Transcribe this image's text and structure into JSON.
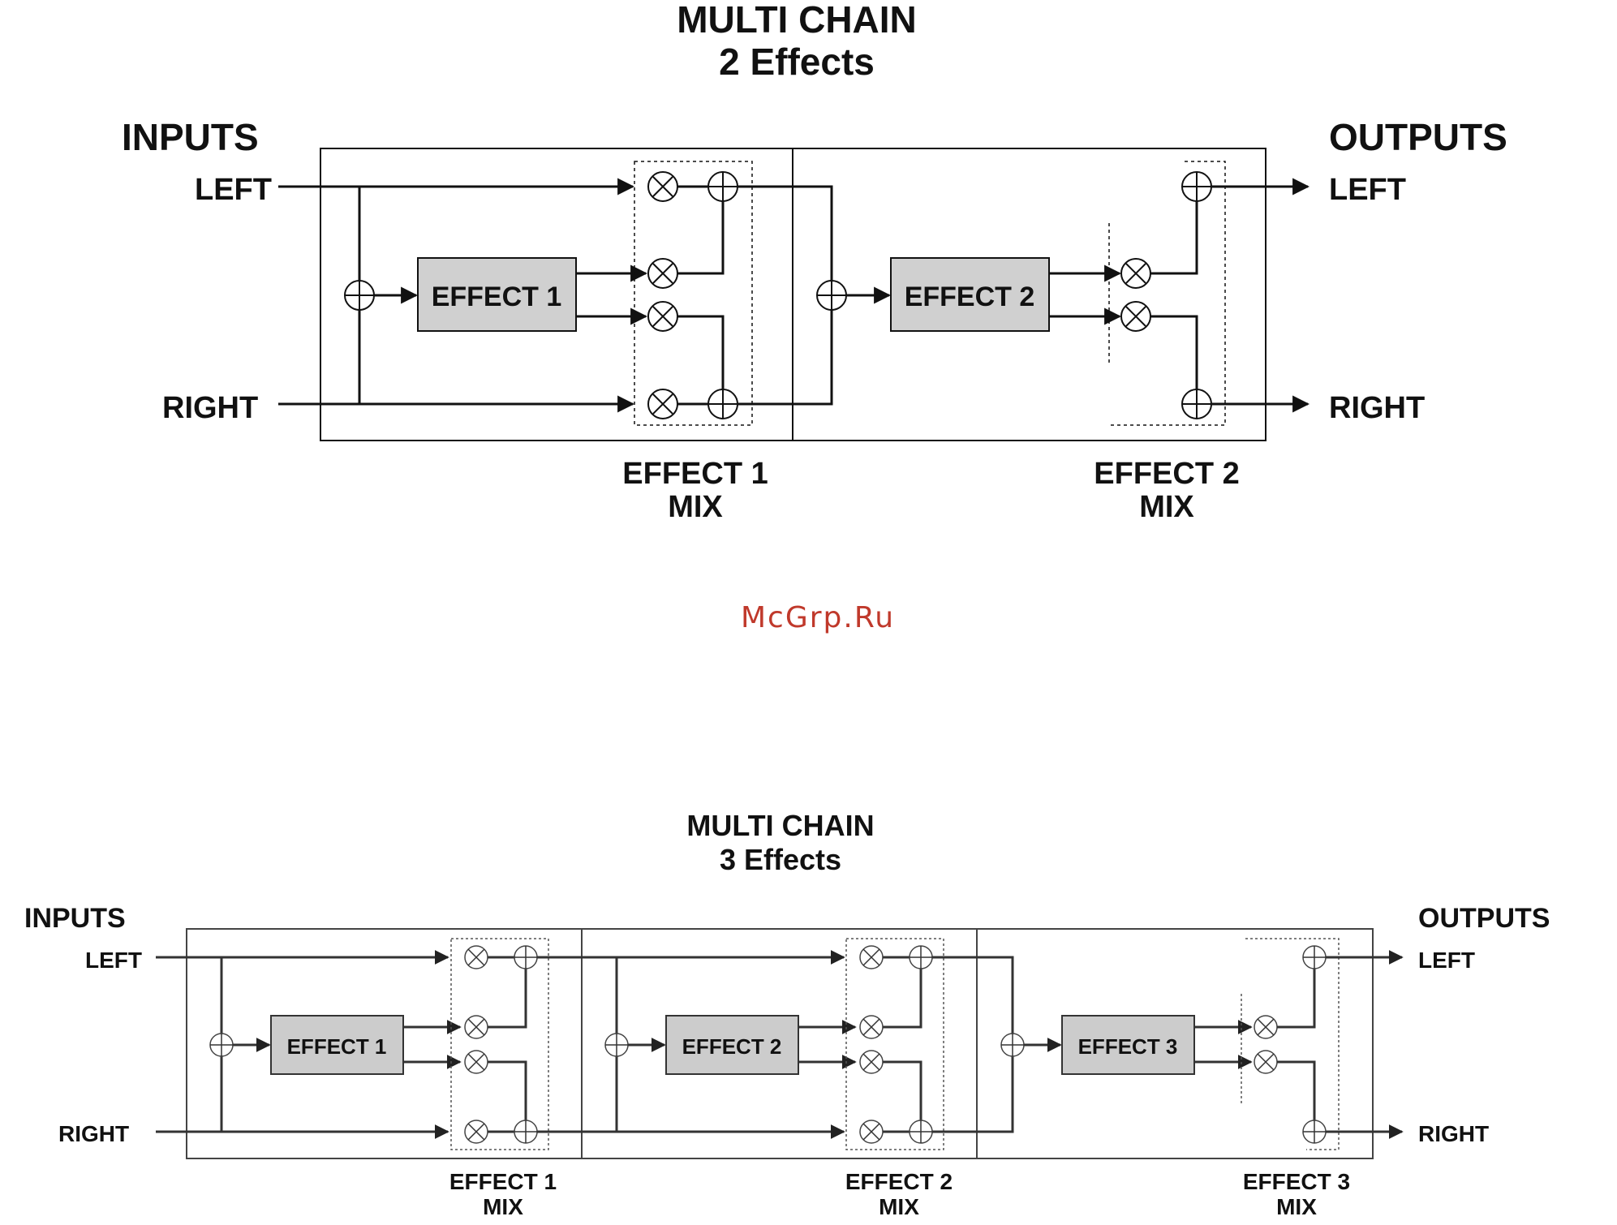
{
  "diagram1": {
    "title_line1": "MULTI CHAIN",
    "title_line2": "2 Effects",
    "inputs": "INPUTS",
    "outputs": "OUTPUTS",
    "left_in": "LEFT",
    "right_in": "RIGHT",
    "left_out": "LEFT",
    "right_out": "RIGHT",
    "effect1": "EFFECT 1",
    "effect2": "EFFECT 2",
    "mix1_line1": "EFFECT 1",
    "mix1_line2": "MIX",
    "mix2_line1": "EFFECT 2",
    "mix2_line2": "MIX"
  },
  "watermark": "McGrp.Ru",
  "diagram2": {
    "title_line1": "MULTI CHAIN",
    "title_line2": "3 Effects",
    "inputs": "INPUTS",
    "outputs": "OUTPUTS",
    "left_in": "LEFT",
    "right_in": "RIGHT",
    "left_out": "LEFT",
    "right_out": "RIGHT",
    "effect1": "EFFECT 1",
    "effect2": "EFFECT 2",
    "effect3": "EFFECT 3",
    "mix1_line1": "EFFECT 1",
    "mix1_line2": "MIX",
    "mix2_line1": "EFFECT 2",
    "mix2_line2": "MIX",
    "mix3_line1": "EFFECT 3",
    "mix3_line2": "MIX"
  }
}
